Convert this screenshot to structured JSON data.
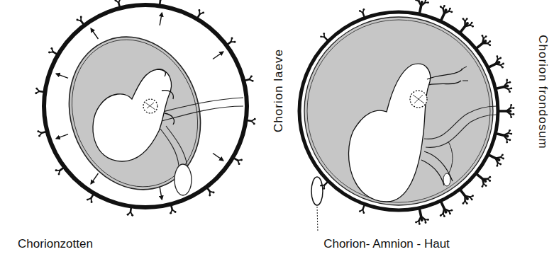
{
  "diagram": {
    "labels": [
      "Chorionzotten",
      "Chorion laeve",
      "Chorion frondosum",
      "Chorion- Amnion - Haut"
    ]
  }
}
